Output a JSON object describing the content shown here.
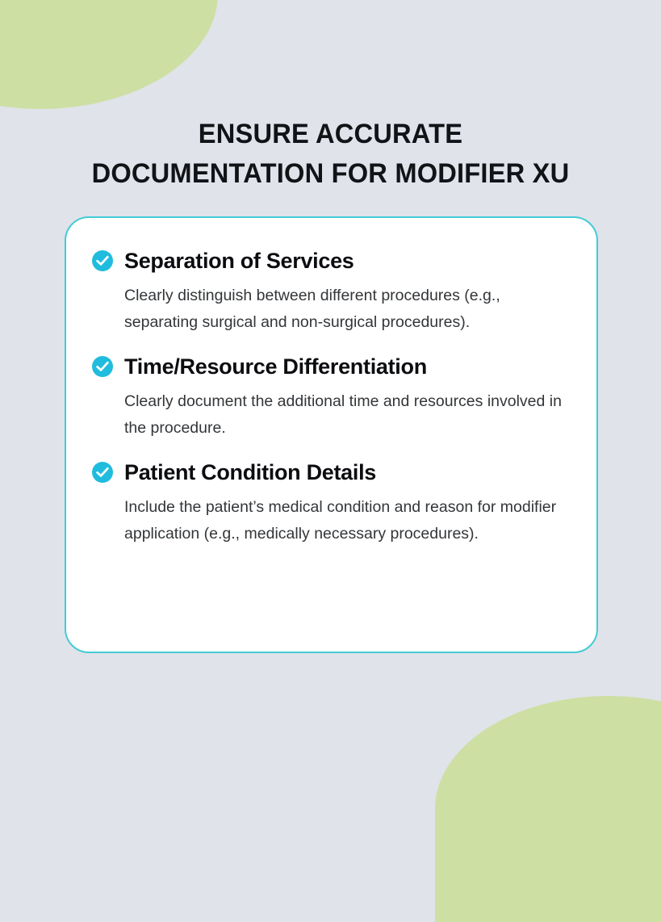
{
  "background": {
    "page_color": "#e0e3e9",
    "accent_green": "#cedfa4",
    "accent_cyan": "#20bcde",
    "card_border_color": "#44cbd6",
    "card_background": "#ffffff"
  },
  "header": {
    "title_line_1": "ENSURE ACCURATE",
    "title_line_2": "DOCUMENTATION FOR MODIFIER XU"
  },
  "card": {
    "items": [
      {
        "icon": "check-circle-icon",
        "title": "Separation of Services",
        "description": "Clearly distinguish between different procedures (e.g., separating surgical and non-surgical procedures)."
      },
      {
        "icon": "check-circle-icon",
        "title": "Time/Resource Differentiation",
        "description": "Clearly document the additional time and resources involved in the procedure."
      },
      {
        "icon": "check-circle-icon",
        "title": "Patient Condition Details",
        "description": "Include the patient’s medical condition and reason for modifier application (e.g., medically necessary procedures)."
      }
    ]
  }
}
